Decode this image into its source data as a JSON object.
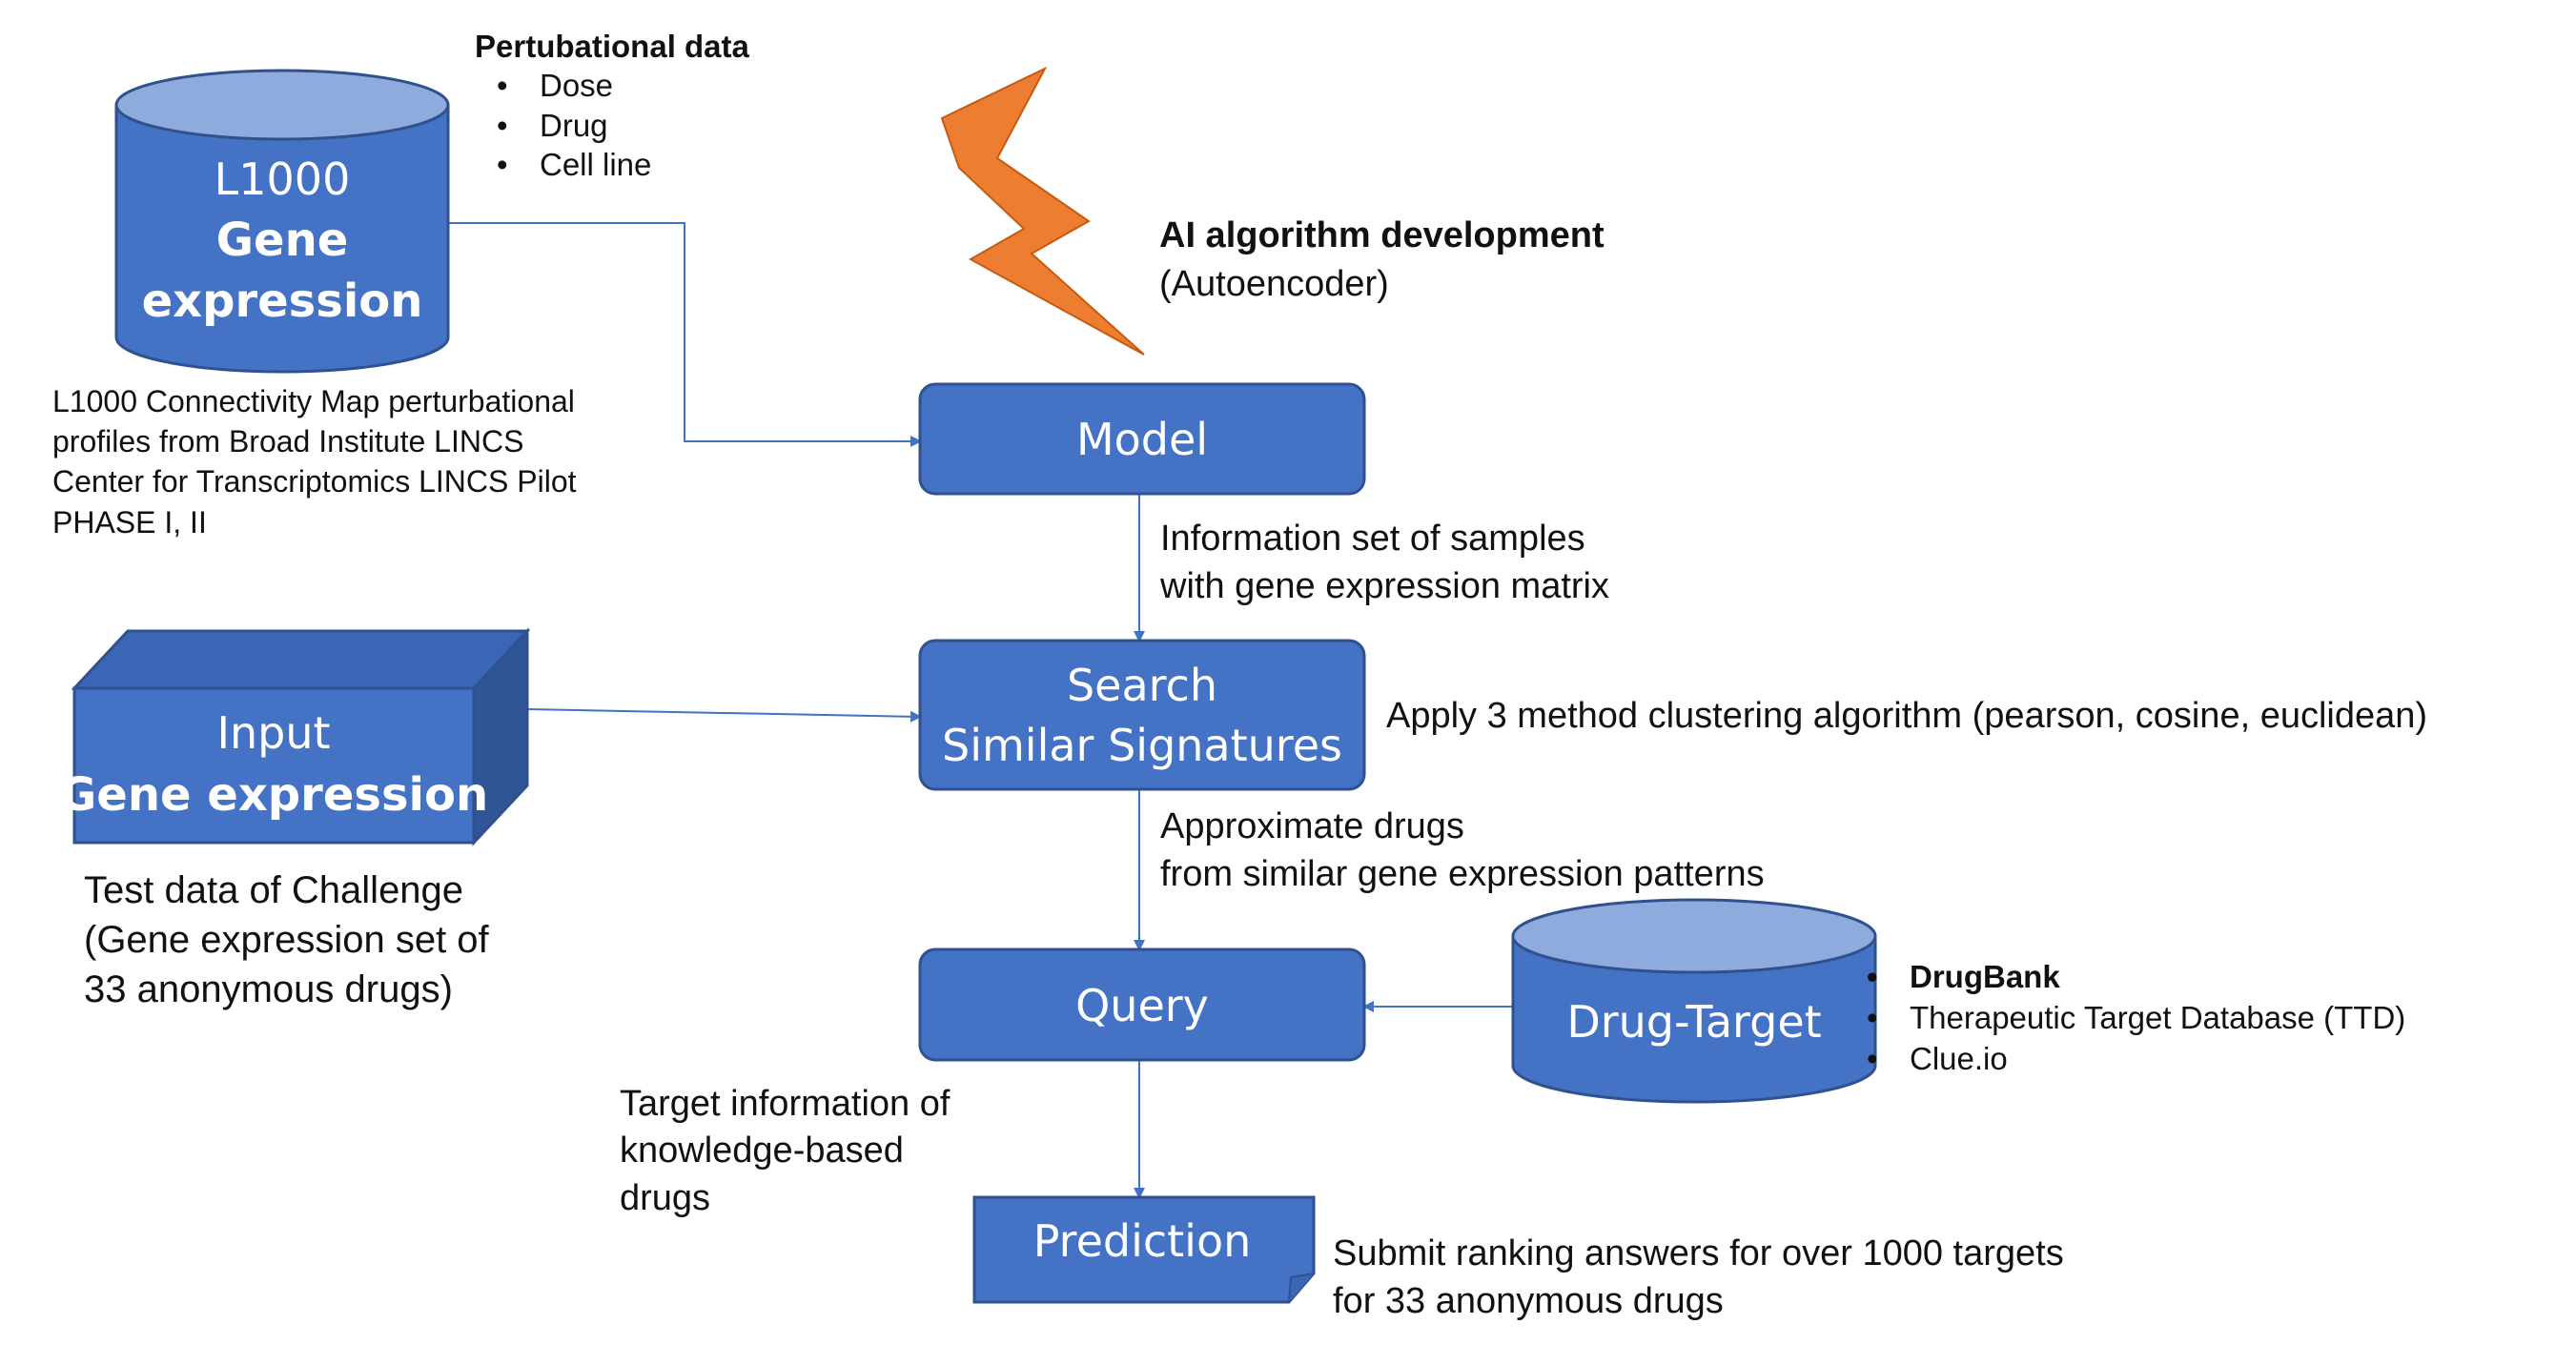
{
  "nodes": {
    "l1000": {
      "line1": "L1000",
      "line2": "Gene",
      "line3": "expression"
    },
    "model": {
      "label": "Model"
    },
    "search": {
      "line1": "Search",
      "line2": "Similar Signatures"
    },
    "input": {
      "line1": "Input",
      "line2": "Gene expression"
    },
    "query": {
      "label": "Query"
    },
    "drug_target": {
      "label": "Drug-Target"
    },
    "prediction": {
      "label": "Prediction"
    }
  },
  "annotations": {
    "perturbational": {
      "title": "Pertubational data",
      "items": [
        "Dose",
        "Drug",
        "Cell line"
      ]
    },
    "l1000_desc": [
      "L1000 Connectivity Map perturbational",
      "profiles from Broad Institute LINCS",
      "Center for Transcriptomics LINCS Pilot",
      "PHASE I, II"
    ],
    "ai": {
      "title": "AI algorithm development",
      "subtitle": "(Autoencoder)"
    },
    "info_set": [
      "Information set of samples",
      "with gene expression matrix"
    ],
    "clustering": "Apply 3 method clustering algorithm (pearson, cosine, euclidean)",
    "test_data": [
      "Test data of Challenge",
      "(Gene expression set of",
      "33 anonymous drugs)"
    ],
    "approx": [
      "Approximate drugs",
      "from similar gene expression patterns"
    ],
    "databases": [
      "DrugBank",
      "Therapeutic Target Database (TTD)",
      "Clue.io"
    ],
    "target_info": [
      "Target information of",
      "knowledge-based",
      "drugs"
    ],
    "submit": [
      "Submit ranking answers for over 1000 targets",
      "for 33 anonymous drugs"
    ]
  },
  "colors": {
    "shape_fill": "#4472C4",
    "shape_stroke": "#2F528F",
    "cylinder_top": "#8FAADC",
    "cube_top": "#3A66B5",
    "cube_side": "#2F5597",
    "bolt": "#ED7D31",
    "connector": "#4472C4"
  }
}
